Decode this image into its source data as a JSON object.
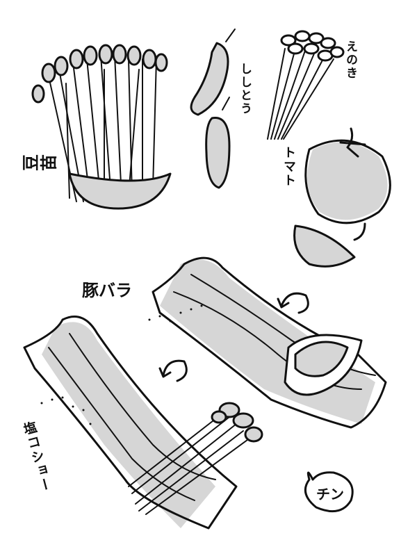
{
  "labels": {
    "pea_shoots": "豆苗",
    "shishito": "ししとう",
    "enoki": "えのき",
    "tomato": "トマト",
    "pork_belly": "豚バラ",
    "salt_pepper": "塩コショー",
    "microwave": "チン"
  },
  "colors": {
    "ink": "#111111",
    "shade": "#d6d6d6"
  }
}
